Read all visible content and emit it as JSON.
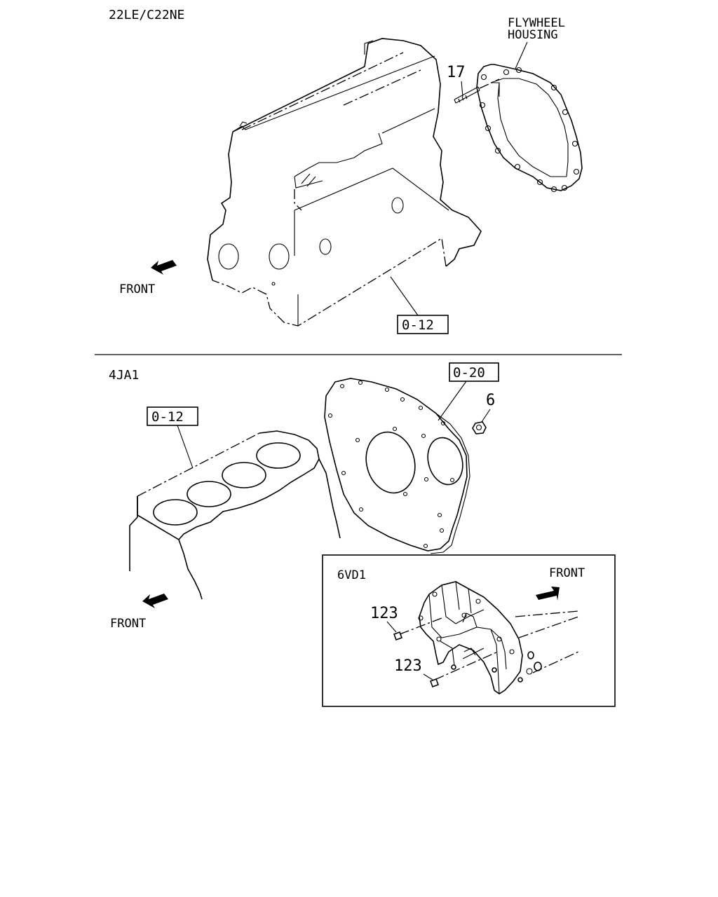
{
  "sections": {
    "top_model": "22LE/C22NE",
    "bottom_model": "4JA1",
    "inset_model": "6VD1"
  },
  "labels": {
    "flywheel_line1": "FLYWHEEL",
    "flywheel_line2": "HOUSING",
    "front_top": "FRONT",
    "front_bottom": "FRONT",
    "front_inset": "FRONT"
  },
  "callouts": {
    "top_block_ref": "0-12",
    "bottom_block_ref": "0-12",
    "plate_ref": "0-20",
    "stud_number": "17",
    "nut_number": "6",
    "dowel_number_1": "123",
    "dowel_number_2": "123"
  }
}
